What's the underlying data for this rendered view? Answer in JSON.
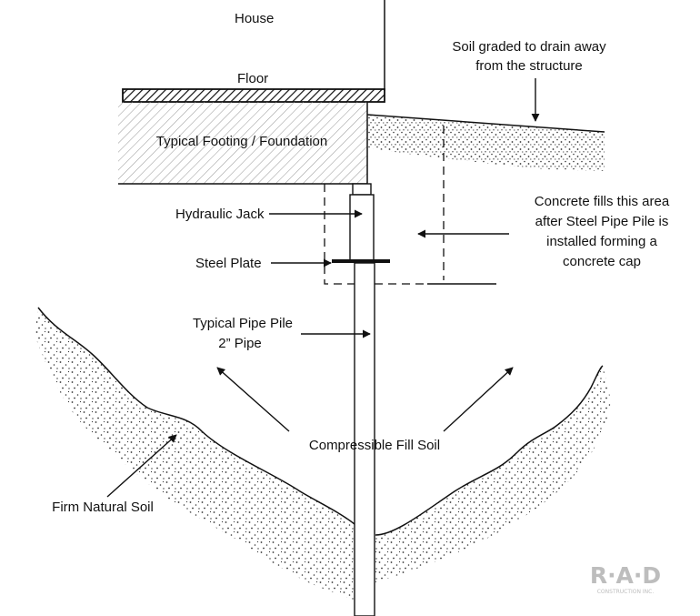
{
  "labels": {
    "house": "House",
    "floor": "Floor",
    "soil_graded_line1": "Soil graded to drain away",
    "soil_graded_line2": "from the structure",
    "footing": "Typical Footing / Foundation",
    "hydraulic_jack": "Hydraulic Jack",
    "steel_plate": "Steel Plate",
    "concrete_line1": "Concrete fills this area",
    "concrete_line2": "after Steel Pipe Pile is",
    "concrete_line3": "installed forming a",
    "concrete_line4": "concrete cap",
    "pipe_pile_line1": "Typical Pipe Pile",
    "pipe_pile_line2": "2” Pipe",
    "fill_soil": "Compressible Fill Soil",
    "firm_soil": "Firm Natural Soil"
  },
  "logo": {
    "text": "R·A·D",
    "subtext": "CONSTRUCTION INC."
  },
  "colors": {
    "ink": "#111111",
    "logo": "#bdbdbd"
  }
}
